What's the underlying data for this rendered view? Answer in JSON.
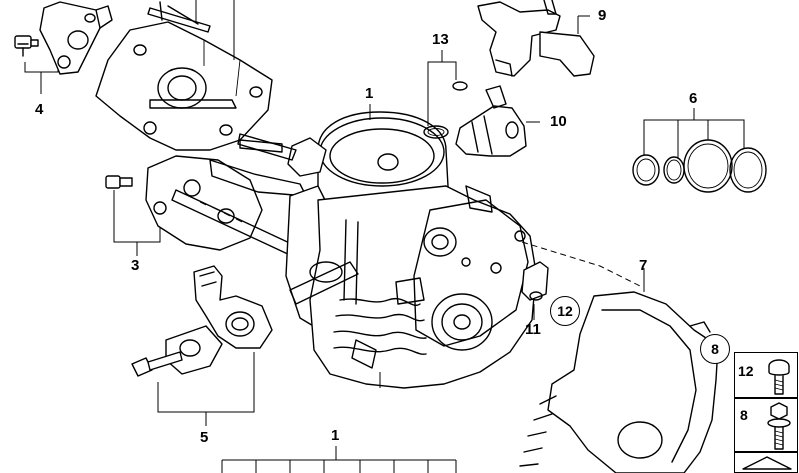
{
  "diagram": {
    "part_numbers": {
      "p1_top": "1",
      "p1_bottom": "1",
      "p3": "3",
      "p4": "4",
      "p5": "5",
      "p6": "6",
      "p7": "7",
      "p9": "9",
      "p10": "10",
      "p11": "11",
      "p13": "13"
    },
    "callouts": {
      "c12": "12",
      "c8": "8"
    },
    "side_panel": {
      "item_a": "12",
      "item_b": "8"
    }
  }
}
